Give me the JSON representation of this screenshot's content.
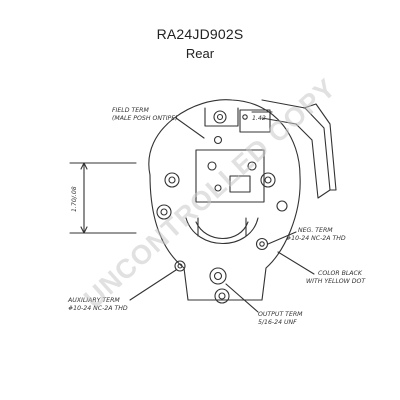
{
  "header": {
    "part_number": "RA24JD902S",
    "view": "Rear"
  },
  "drawing": {
    "labels": {
      "field_term_1": "FIELD TERM",
      "field_term_2": "(MALE POSH ONTIPE)",
      "dimension": "1.70/.08",
      "angle": "1.42",
      "neg_term_1": "NEG. TERM",
      "neg_term_2": "#10-24 NC-2A THD",
      "color_1": "COLOR BLACK",
      "color_2": "WITH YELLOW DOT",
      "aux_term_1": "AUXILIARY TERM",
      "aux_term_2": "#10-24 NC-2A THD",
      "output_term_1": "OUTPUT TERM",
      "output_term_2": "5/16-24 UNF"
    },
    "watermark": "UNCONTROLLED COPY",
    "colors": {
      "ink": "#333333",
      "watermark": "#c8c8c8"
    }
  }
}
